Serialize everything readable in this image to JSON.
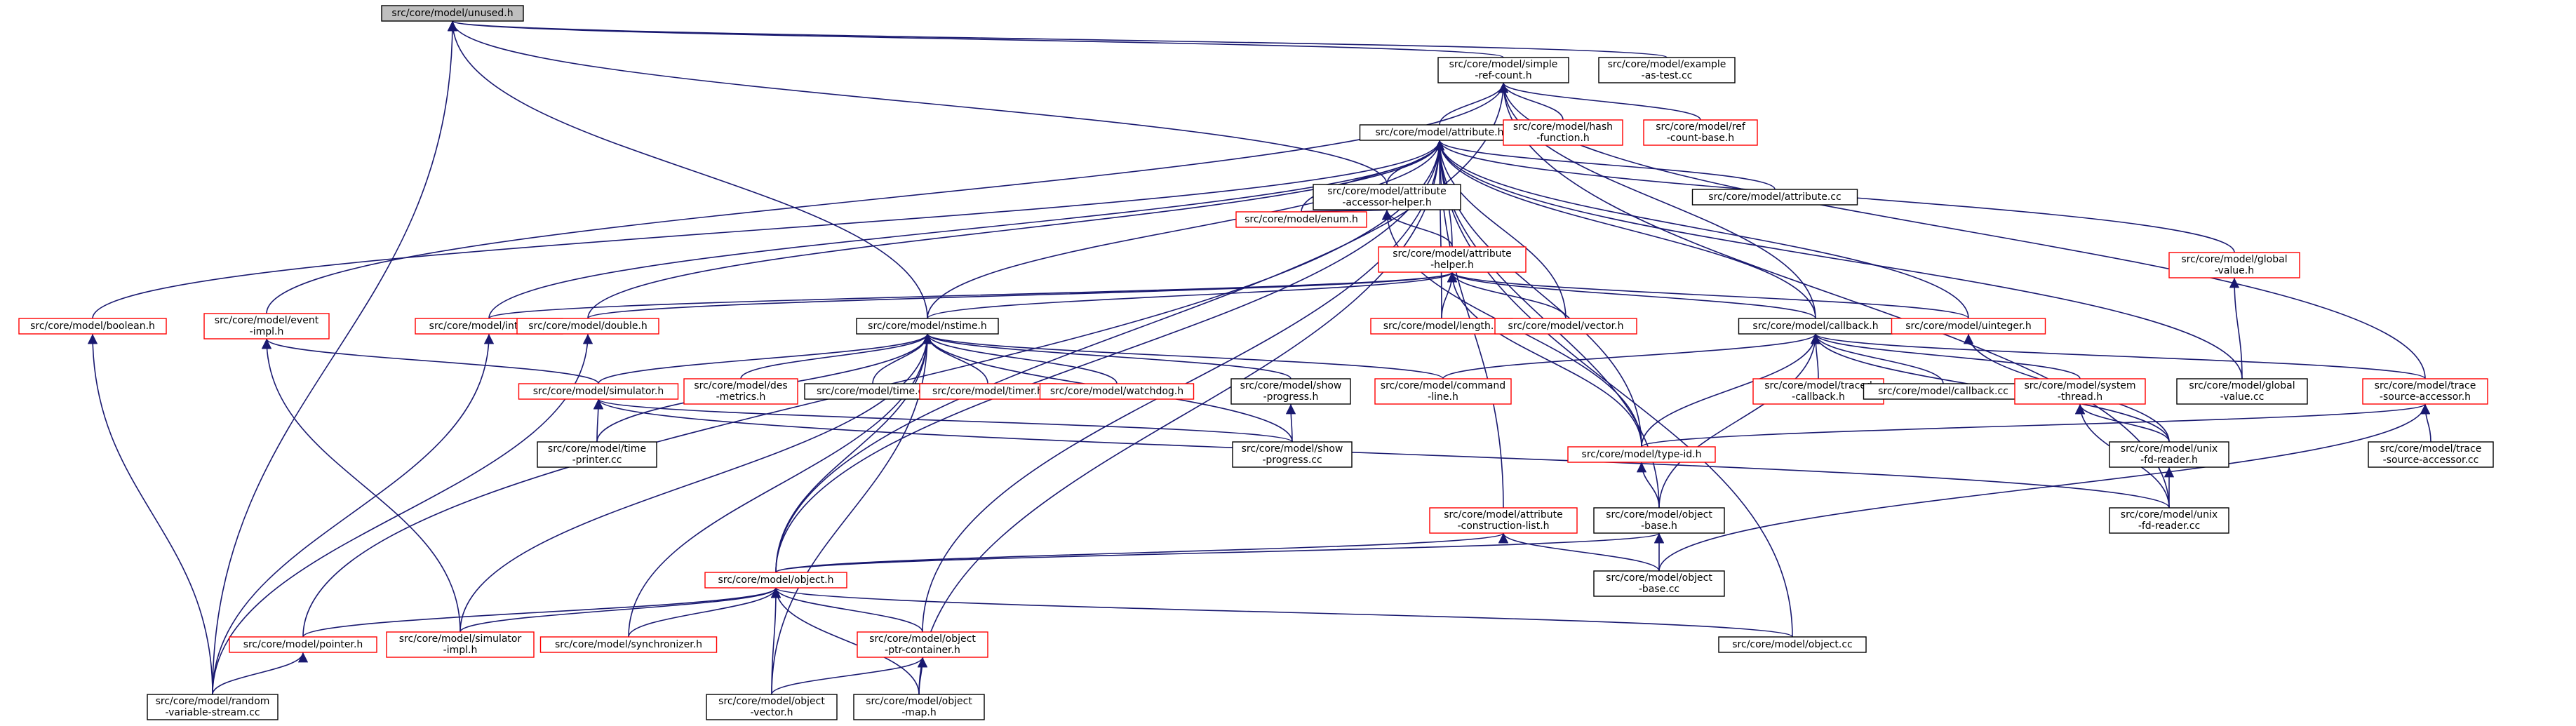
{
  "graph": {
    "nodes": [
      {
        "id": "unused",
        "lines": [
          "src/core/model/unused.h"
        ],
        "border": "root"
      },
      {
        "id": "simple_ref_count",
        "lines": [
          "src/core/model/simple",
          "-ref-count.h"
        ],
        "border": "black"
      },
      {
        "id": "example_as_test",
        "lines": [
          "src/core/model/example",
          "-as-test.cc"
        ],
        "border": "black"
      },
      {
        "id": "attribute_h",
        "lines": [
          "src/core/model/attribute.h"
        ],
        "border": "black"
      },
      {
        "id": "hash_function",
        "lines": [
          "src/core/model/hash",
          "-function.h"
        ],
        "border": "red"
      },
      {
        "id": "ref_count_base",
        "lines": [
          "src/core/model/ref",
          "-count-base.h"
        ],
        "border": "red"
      },
      {
        "id": "attribute_accessor_helper",
        "lines": [
          "src/core/model/attribute",
          "-accessor-helper.h"
        ],
        "border": "black"
      },
      {
        "id": "attribute_cc",
        "lines": [
          "src/core/model/attribute.cc"
        ],
        "border": "black"
      },
      {
        "id": "global_value_h",
        "lines": [
          "src/core/model/global",
          "-value.h"
        ],
        "border": "red"
      },
      {
        "id": "enum_h",
        "lines": [
          "src/core/model/enum.h"
        ],
        "border": "red"
      },
      {
        "id": "attribute_helper",
        "lines": [
          "src/core/model/attribute",
          "-helper.h"
        ],
        "border": "red"
      },
      {
        "id": "boolean_h",
        "lines": [
          "src/core/model/boolean.h"
        ],
        "border": "red"
      },
      {
        "id": "event_impl",
        "lines": [
          "src/core/model/event",
          "-impl.h"
        ],
        "border": "red"
      },
      {
        "id": "integer_h",
        "lines": [
          "src/core/model/integer.h"
        ],
        "border": "red"
      },
      {
        "id": "double_h",
        "lines": [
          "src/core/model/double.h"
        ],
        "border": "red"
      },
      {
        "id": "nstime_h",
        "lines": [
          "src/core/model/nstime.h"
        ],
        "border": "black"
      },
      {
        "id": "length_h",
        "lines": [
          "src/core/model/length.h"
        ],
        "border": "red"
      },
      {
        "id": "vector_h",
        "lines": [
          "src/core/model/vector.h"
        ],
        "border": "red"
      },
      {
        "id": "callback_h",
        "lines": [
          "src/core/model/callback.h"
        ],
        "border": "black"
      },
      {
        "id": "uinteger_h",
        "lines": [
          "src/core/model/uinteger.h"
        ],
        "border": "red"
      },
      {
        "id": "simulator_h",
        "lines": [
          "src/core/model/simulator.h"
        ],
        "border": "red"
      },
      {
        "id": "des_metrics",
        "lines": [
          "src/core/model/des",
          "-metrics.h"
        ],
        "border": "red"
      },
      {
        "id": "time_cc",
        "lines": [
          "src/core/model/time.cc"
        ],
        "border": "black"
      },
      {
        "id": "timer_h",
        "lines": [
          "src/core/model/timer.h"
        ],
        "border": "red"
      },
      {
        "id": "watchdog_h",
        "lines": [
          "src/core/model/watchdog.h"
        ],
        "border": "red"
      },
      {
        "id": "show_progress_h",
        "lines": [
          "src/core/model/show",
          "-progress.h"
        ],
        "border": "black"
      },
      {
        "id": "command_line",
        "lines": [
          "src/core/model/command",
          "-line.h"
        ],
        "border": "red"
      },
      {
        "id": "traced_callback",
        "lines": [
          "src/core/model/traced",
          "-callback.h"
        ],
        "border": "red"
      },
      {
        "id": "callback_cc",
        "lines": [
          "src/core/model/callback.cc"
        ],
        "border": "black"
      },
      {
        "id": "system_thread",
        "lines": [
          "src/core/model/system",
          "-thread.h"
        ],
        "border": "red"
      },
      {
        "id": "global_value_cc",
        "lines": [
          "src/core/model/global",
          "-value.cc"
        ],
        "border": "black"
      },
      {
        "id": "trace_source_accessor_h",
        "lines": [
          "src/core/model/trace",
          "-source-accessor.h"
        ],
        "border": "red"
      },
      {
        "id": "time_printer",
        "lines": [
          "src/core/model/time",
          "-printer.cc"
        ],
        "border": "black"
      },
      {
        "id": "show_progress_cc",
        "lines": [
          "src/core/model/show",
          "-progress.cc"
        ],
        "border": "black"
      },
      {
        "id": "type_id",
        "lines": [
          "src/core/model/type-id.h"
        ],
        "border": "red"
      },
      {
        "id": "unix_fd_reader_h",
        "lines": [
          "src/core/model/unix",
          "-fd-reader.h"
        ],
        "border": "black"
      },
      {
        "id": "trace_source_accessor_cc",
        "lines": [
          "src/core/model/trace",
          "-source-accessor.cc"
        ],
        "border": "black"
      },
      {
        "id": "attribute_construction_list",
        "lines": [
          "src/core/model/attribute",
          "-construction-list.h"
        ],
        "border": "red"
      },
      {
        "id": "object_base_h",
        "lines": [
          "src/core/model/object",
          "-base.h"
        ],
        "border": "black"
      },
      {
        "id": "unix_fd_reader_cc",
        "lines": [
          "src/core/model/unix",
          "-fd-reader.cc"
        ],
        "border": "black"
      },
      {
        "id": "object_h",
        "lines": [
          "src/core/model/object.h"
        ],
        "border": "red"
      },
      {
        "id": "object_base_cc",
        "lines": [
          "src/core/model/object",
          "-base.cc"
        ],
        "border": "black"
      },
      {
        "id": "pointer_h",
        "lines": [
          "src/core/model/pointer.h"
        ],
        "border": "red"
      },
      {
        "id": "simulator_impl",
        "lines": [
          "src/core/model/simulator",
          "-impl.h"
        ],
        "border": "red"
      },
      {
        "id": "synchronizer_h",
        "lines": [
          "src/core/model/synchronizer.h"
        ],
        "border": "red"
      },
      {
        "id": "object_ptr_container",
        "lines": [
          "src/core/model/object",
          "-ptr-container.h"
        ],
        "border": "red"
      },
      {
        "id": "object_cc",
        "lines": [
          "src/core/model/object.cc"
        ],
        "border": "black"
      },
      {
        "id": "random_variable_stream",
        "lines": [
          "src/core/model/random",
          "-variable-stream.cc"
        ],
        "border": "black"
      },
      {
        "id": "object_vector",
        "lines": [
          "src/core/model/object",
          "-vector.h"
        ],
        "border": "black"
      },
      {
        "id": "object_map",
        "lines": [
          "src/core/model/object",
          "-map.h"
        ],
        "border": "black"
      }
    ],
    "edges": [
      [
        "simple_ref_count",
        "unused"
      ],
      [
        "example_as_test",
        "unused"
      ],
      [
        "nstime_h",
        "unused"
      ],
      [
        "attribute_accessor_helper",
        "unused"
      ],
      [
        "random_variable_stream",
        "unused"
      ],
      [
        "attribute_h",
        "simple_ref_count"
      ],
      [
        "hash_function",
        "simple_ref_count"
      ],
      [
        "ref_count_base",
        "simple_ref_count"
      ],
      [
        "callback_h",
        "simple_ref_count"
      ],
      [
        "event_impl",
        "simple_ref_count"
      ],
      [
        "object_h",
        "simple_ref_count"
      ],
      [
        "trace_source_accessor_h",
        "simple_ref_count"
      ],
      [
        "unix_fd_reader_cc",
        "simple_ref_count"
      ],
      [
        "attribute_accessor_helper",
        "attribute_h"
      ],
      [
        "attribute_cc",
        "attribute_h"
      ],
      [
        "global_value_h",
        "attribute_h"
      ],
      [
        "enum_h",
        "attribute_h"
      ],
      [
        "attribute_helper",
        "attribute_h"
      ],
      [
        "boolean_h",
        "attribute_h"
      ],
      [
        "integer_h",
        "attribute_h"
      ],
      [
        "double_h",
        "attribute_h"
      ],
      [
        "nstime_h",
        "attribute_h"
      ],
      [
        "length_h",
        "attribute_h"
      ],
      [
        "vector_h",
        "attribute_h"
      ],
      [
        "callback_h",
        "attribute_h"
      ],
      [
        "uinteger_h",
        "attribute_h"
      ],
      [
        "global_value_cc",
        "attribute_h"
      ],
      [
        "type_id",
        "attribute_h"
      ],
      [
        "attribute_construction_list",
        "attribute_h"
      ],
      [
        "pointer_h",
        "attribute_h"
      ],
      [
        "object_ptr_container",
        "attribute_h"
      ],
      [
        "object_cc",
        "attribute_h"
      ],
      [
        "object_map",
        "attribute_h"
      ],
      [
        "object_base_h",
        "attribute_h"
      ],
      [
        "object_h",
        "attribute_h"
      ],
      [
        "enum_h",
        "attribute_accessor_helper"
      ],
      [
        "attribute_helper",
        "attribute_accessor_helper"
      ],
      [
        "type_id",
        "attribute_accessor_helper"
      ],
      [
        "nstime_h",
        "attribute_helper"
      ],
      [
        "integer_h",
        "attribute_helper"
      ],
      [
        "double_h",
        "attribute_helper"
      ],
      [
        "length_h",
        "attribute_helper"
      ],
      [
        "vector_h",
        "attribute_helper"
      ],
      [
        "callback_h",
        "attribute_helper"
      ],
      [
        "uinteger_h",
        "attribute_helper"
      ],
      [
        "type_id",
        "attribute_helper"
      ],
      [
        "global_value_cc",
        "global_value_h"
      ],
      [
        "random_variable_stream",
        "boolean_h"
      ],
      [
        "simulator_h",
        "event_impl"
      ],
      [
        "simulator_impl",
        "event_impl"
      ],
      [
        "random_variable_stream",
        "integer_h"
      ],
      [
        "random_variable_stream",
        "double_h"
      ],
      [
        "simulator_h",
        "nstime_h"
      ],
      [
        "des_metrics",
        "nstime_h"
      ],
      [
        "time_cc",
        "nstime_h"
      ],
      [
        "timer_h",
        "nstime_h"
      ],
      [
        "watchdog_h",
        "nstime_h"
      ],
      [
        "show_progress_h",
        "nstime_h"
      ],
      [
        "command_line",
        "nstime_h"
      ],
      [
        "time_printer",
        "nstime_h"
      ],
      [
        "show_progress_cc",
        "nstime_h"
      ],
      [
        "object_h",
        "nstime_h"
      ],
      [
        "simulator_impl",
        "nstime_h"
      ],
      [
        "synchronizer_h",
        "nstime_h"
      ],
      [
        "object_vector",
        "nstime_h"
      ],
      [
        "command_line",
        "callback_h"
      ],
      [
        "traced_callback",
        "callback_h"
      ],
      [
        "callback_cc",
        "callback_h"
      ],
      [
        "system_thread",
        "callback_h"
      ],
      [
        "trace_source_accessor_h",
        "callback_h"
      ],
      [
        "type_id",
        "callback_h"
      ],
      [
        "object_base_h",
        "callback_h"
      ],
      [
        "unix_fd_reader_h",
        "callback_h"
      ],
      [
        "unix_fd_reader_h",
        "uinteger_h"
      ],
      [
        "time_printer",
        "simulator_h"
      ],
      [
        "show_progress_cc",
        "simulator_h"
      ],
      [
        "unix_fd_reader_cc",
        "simulator_h"
      ],
      [
        "show_progress_cc",
        "show_progress_h"
      ],
      [
        "unix_fd_reader_h",
        "system_thread"
      ],
      [
        "unix_fd_reader_cc",
        "system_thread"
      ],
      [
        "trace_source_accessor_cc",
        "trace_source_accessor_h"
      ],
      [
        "type_id",
        "trace_source_accessor_h"
      ],
      [
        "object_base_cc",
        "trace_source_accessor_h"
      ],
      [
        "object_base_h",
        "type_id"
      ],
      [
        "unix_fd_reader_cc",
        "unix_fd_reader_h"
      ],
      [
        "object_h",
        "attribute_construction_list"
      ],
      [
        "object_base_cc",
        "attribute_construction_list"
      ],
      [
        "object_h",
        "object_base_h"
      ],
      [
        "object_base_cc",
        "object_base_h"
      ],
      [
        "pointer_h",
        "object_h"
      ],
      [
        "simulator_impl",
        "object_h"
      ],
      [
        "synchronizer_h",
        "object_h"
      ],
      [
        "object_ptr_container",
        "object_h"
      ],
      [
        "object_cc",
        "object_h"
      ],
      [
        "object_vector",
        "object_h"
      ],
      [
        "object_map",
        "object_h"
      ],
      [
        "random_variable_stream",
        "pointer_h"
      ],
      [
        "object_vector",
        "object_ptr_container"
      ],
      [
        "object_map",
        "object_ptr_container"
      ]
    ]
  }
}
